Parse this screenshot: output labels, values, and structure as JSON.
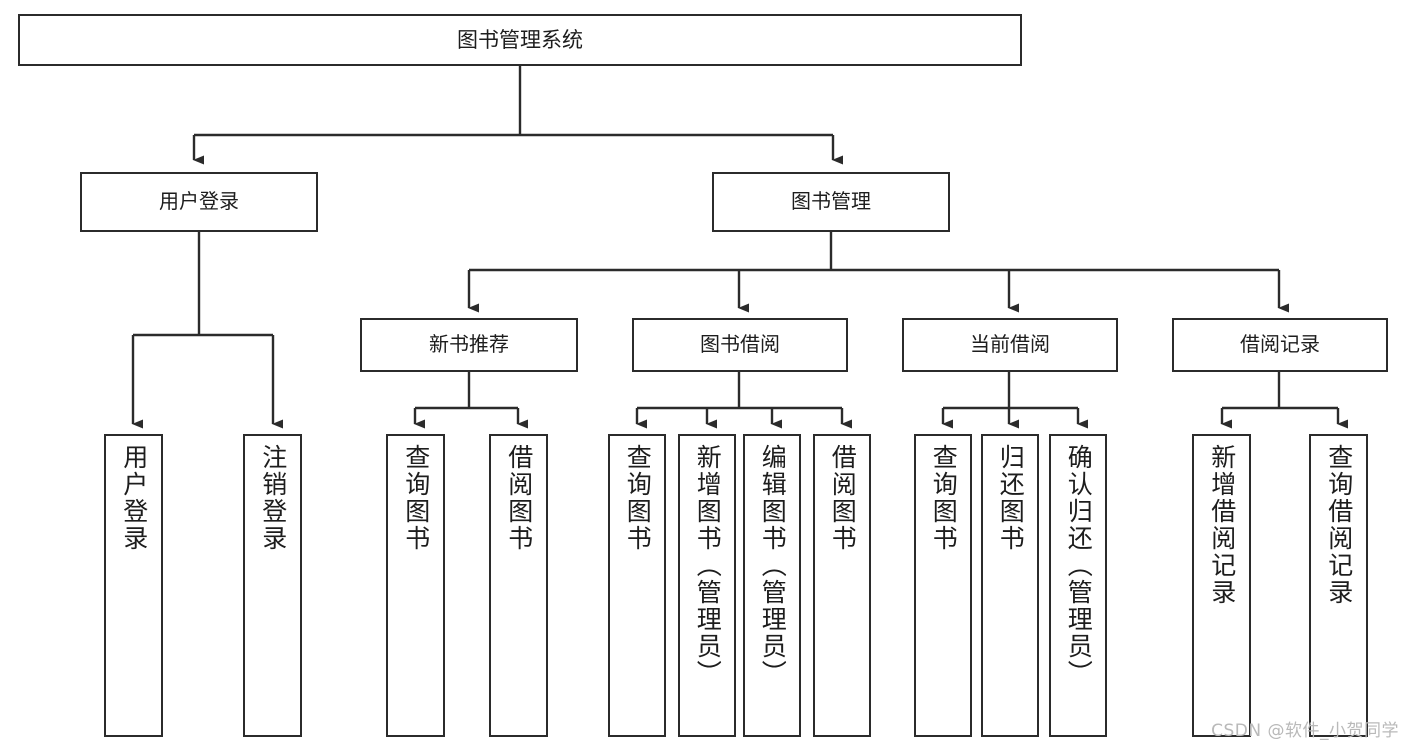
{
  "diagram": {
    "title": "图书管理系统",
    "type": "tree-hierarchy-chart",
    "stroke_color": "#2b2b2b",
    "background_color": "#ffffff",
    "text_color": "#1d1d1d"
  },
  "watermark": {
    "text": "CSDN @软件_小贺同学",
    "color": "#b9b9b9"
  },
  "nodes": {
    "root": {
      "label": "图书管理系统"
    },
    "level2": [
      {
        "label": "用户登录"
      },
      {
        "label": "图书管理"
      }
    ],
    "level3": [
      {
        "label": "新书推荐"
      },
      {
        "label": "图书借阅"
      },
      {
        "label": "当前借阅"
      },
      {
        "label": "借阅记录"
      }
    ],
    "leaves": {
      "user_login": [
        {
          "label": "用户登录"
        },
        {
          "label": "注销登录"
        }
      ],
      "new_book_recommend": [
        {
          "label": "查询图书"
        },
        {
          "label": "借阅图书"
        }
      ],
      "book_borrow": [
        {
          "label": "查询图书"
        },
        {
          "label": "新增图书（管理员）"
        },
        {
          "label": "编辑图书（管理员）"
        },
        {
          "label": "借阅图书"
        }
      ],
      "current_borrow": [
        {
          "label": "查询图书"
        },
        {
          "label": "归还图书"
        },
        {
          "label": "确认归还（管理员）"
        }
      ],
      "borrow_record": [
        {
          "label": "新增借阅记录"
        },
        {
          "label": "查询借阅记录"
        }
      ]
    }
  }
}
